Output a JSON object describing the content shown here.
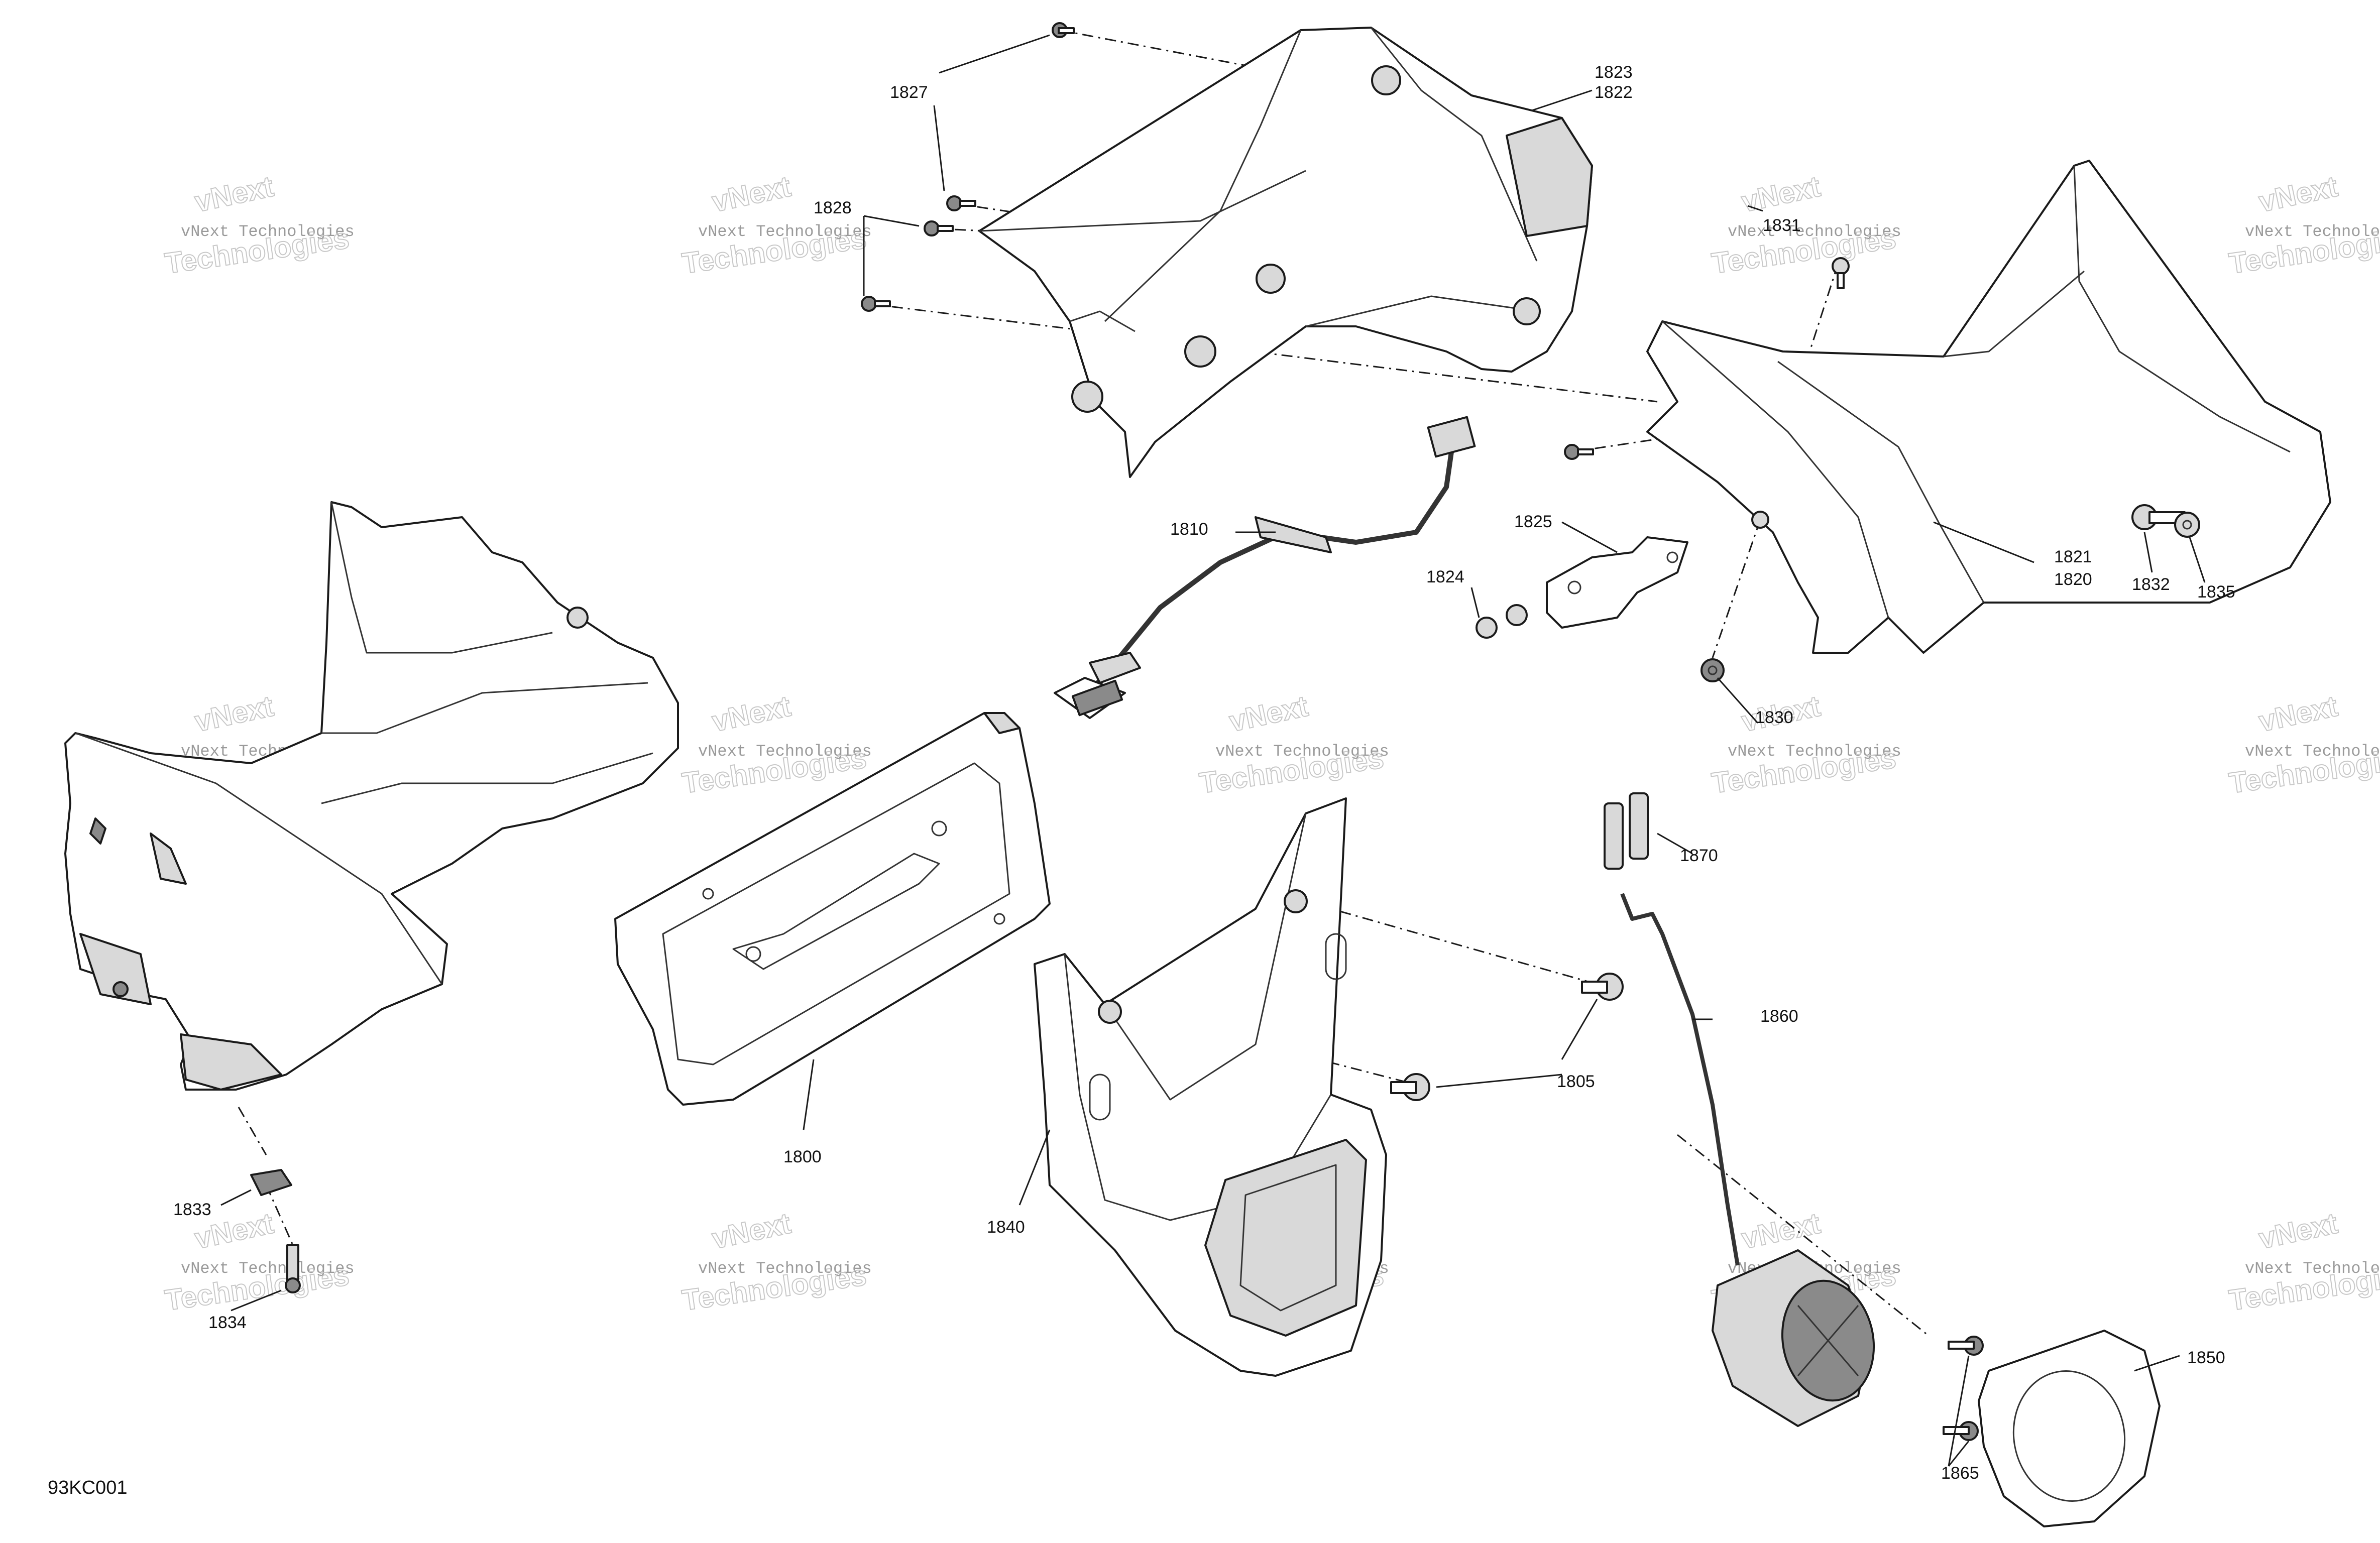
{
  "figure_id": "93KC001",
  "watermark": {
    "line1": "vNext Technologies",
    "line2": "Technologies",
    "stamp": "vNext"
  },
  "callouts": {
    "c1800": "1800",
    "c1805": "1805",
    "c1810": "1810",
    "c1820": "1820",
    "c1821": "1821",
    "c1822": "1822",
    "c1823": "1823",
    "c1824": "1824",
    "c1825": "1825",
    "c1827": "1827",
    "c1828": "1828",
    "c1830": "1830",
    "c1831": "1831",
    "c1832": "1832",
    "c1833": "1833",
    "c1834": "1834",
    "c1835": "1835",
    "c1840": "1840",
    "c1850": "1850",
    "c1860": "1860",
    "c1865": "1865",
    "c1870": "1870"
  }
}
